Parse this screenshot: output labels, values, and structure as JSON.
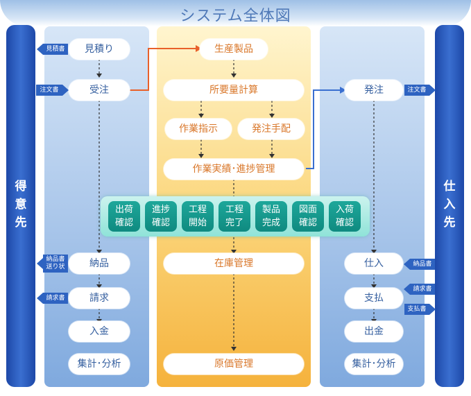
{
  "title": "システム全体図",
  "side": {
    "left": [
      "得",
      "意",
      "先"
    ],
    "right": [
      "仕",
      "入",
      "先"
    ]
  },
  "left_col": {
    "items": [
      "見積り",
      "受注",
      "納品",
      "請求",
      "入金",
      "集計･分析"
    ]
  },
  "center_col": {
    "top": "生産製品",
    "calc": "所要量計算",
    "work_order": "作業指示",
    "order_arrange": "発注手配",
    "progress": "作業実績･進捗管理",
    "stock": "在庫管理",
    "cost": "原価管理"
  },
  "right_col": {
    "items": [
      "発注",
      "仕入",
      "支払",
      "出金",
      "集計･分析"
    ]
  },
  "teal": [
    [
      "出荷",
      "確認"
    ],
    [
      "進捗",
      "確認"
    ],
    [
      "工程",
      "開始"
    ],
    [
      "工程",
      "完了"
    ],
    [
      "製品",
      "完成"
    ],
    [
      "図面",
      "確認"
    ],
    [
      "入荷",
      "確認"
    ]
  ],
  "tags": {
    "mitsumori": "見積書",
    "chumon_left": "注文書",
    "nohin1": "納品書",
    "nohin2": "送り状",
    "seikyu_left": "請求書",
    "chumon_right": "注文書",
    "nohin_right": "納品書",
    "seikyu_right": "請求書",
    "shiharai": "支払書"
  },
  "colors": {
    "accent": "#2e63c1",
    "orange_arrow": "#e8602a",
    "text_blue": "#355f9f",
    "text_orange": "#d9772a",
    "teal": "#1ea79a"
  }
}
